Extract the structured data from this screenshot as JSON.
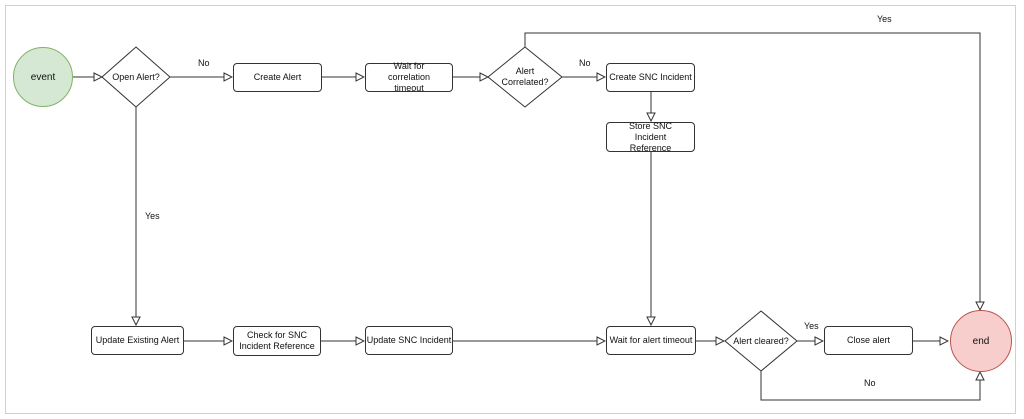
{
  "colors": {
    "start_fill": "#d5e8d4",
    "start_stroke": "#82b366",
    "end_fill": "#f8cecc",
    "end_stroke": "#b85450",
    "line": "#333333"
  },
  "nodes": {
    "start": "event",
    "end": "end",
    "open_alert": "Open Alert?",
    "create_alert": "Create Alert",
    "wait_correlation": "Wait for correlation timeout",
    "alert_correlated": "Alert Correlated?",
    "create_snc_incident": "Create SNC Incident",
    "store_snc_reference": "Store SNC Incident Reference",
    "update_existing_alert": "Update Existing Alert",
    "check_snc_reference": "Check for SNC Incident Reference",
    "update_snc_incident": "Update SNC Incident",
    "wait_alert_timeout": "Wait for alert timeout",
    "alert_cleared": "Alert cleared?",
    "close_alert": "Close alert"
  },
  "edge_labels": {
    "open_alert_no": "No",
    "open_alert_yes": "Yes",
    "correlated_no": "No",
    "correlated_yes": "Yes",
    "cleared_yes": "Yes",
    "cleared_no": "No"
  }
}
